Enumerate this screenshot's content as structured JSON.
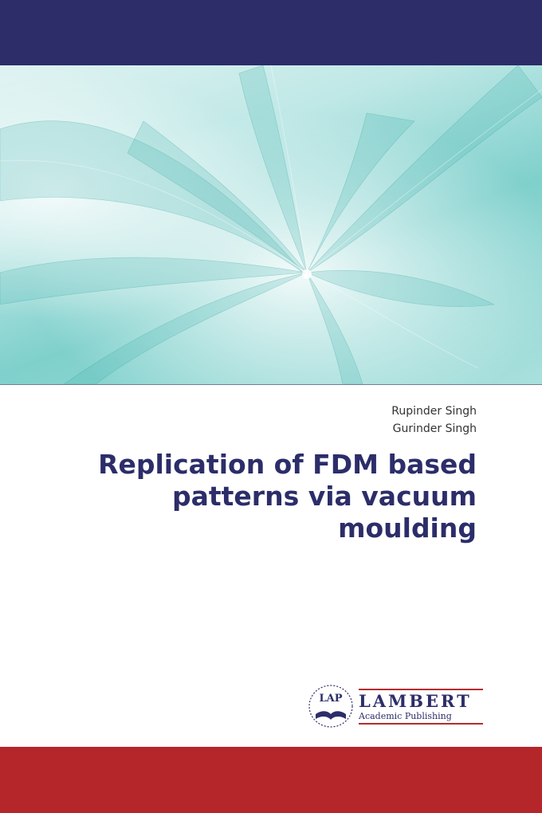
{
  "cover": {
    "authors": [
      "Rupinder Singh",
      "Gurinder Singh"
    ],
    "title": "Replication of FDM based patterns via vacuum moulding",
    "publisher": {
      "emblem_text": "LAP",
      "name": "LAMBERT",
      "subtitle": "Academic Publishing"
    },
    "colors": {
      "top_band": "#2c2d69",
      "bottom_band": "#b4262a",
      "title": "#2c2d69",
      "art_accent": "#5cc4bf"
    }
  }
}
